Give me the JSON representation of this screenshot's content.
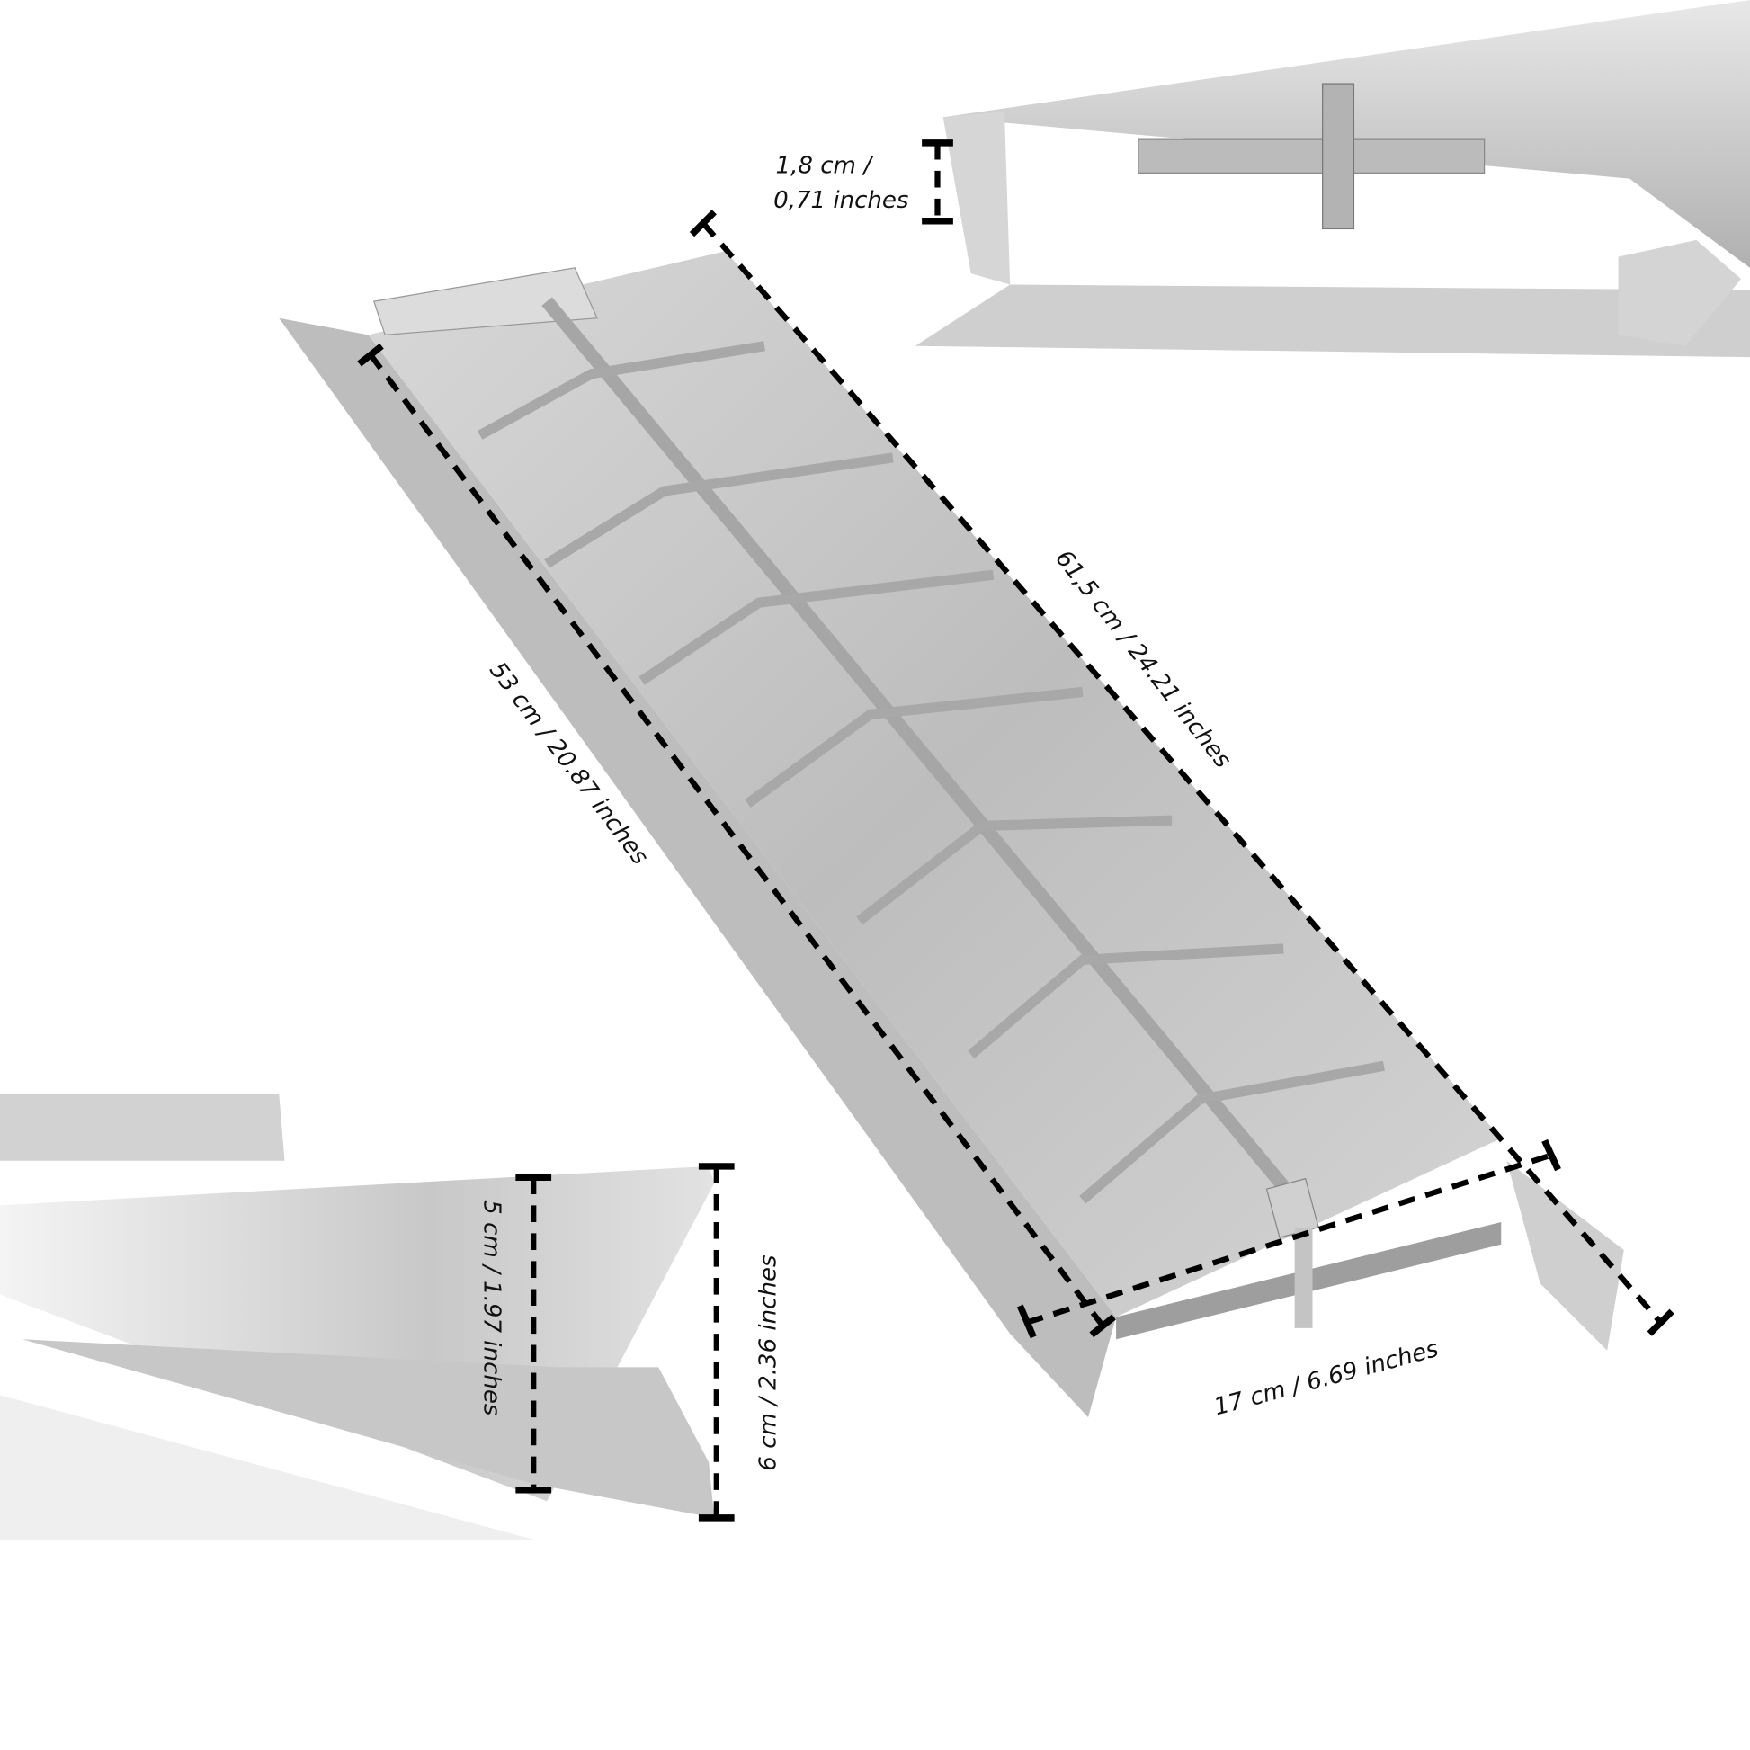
{
  "dimensions": {
    "rail_height": "1,8 cm /",
    "rail_height_in": "0,71 inches",
    "overall_length": "61,5 cm / 24.21 inches",
    "inner_length": "53 cm / 20.87 inches",
    "width": "17 cm / 6.69 inches",
    "inner_height": "5 cm / 1.97 inches",
    "outer_height": "6 cm / 2.36 inches"
  },
  "colors": {
    "metal_light": "#e6e6e6",
    "metal_mid": "#c4c4c4",
    "metal_dark": "#9a9a9a",
    "dimension": "#000000"
  }
}
